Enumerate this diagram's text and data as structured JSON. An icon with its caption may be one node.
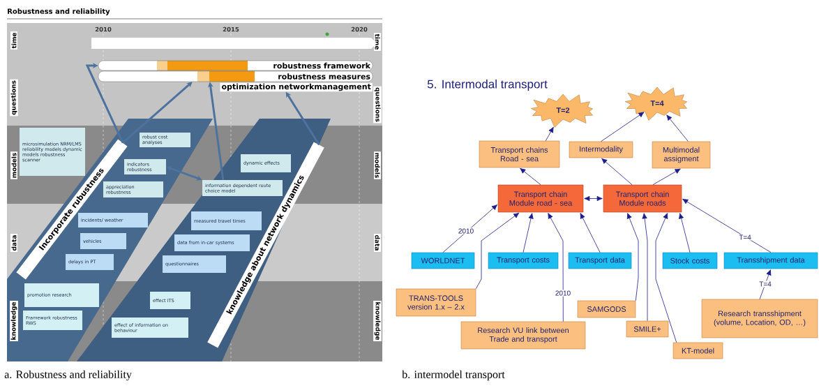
{
  "diagram": {
    "nodes": [
      {
        "text": [
          "robustness framework"
        ]
      },
      {
        "text": [
          "robustness measures"
        ]
      },
      {
        "text": [
          "optimization networkmanagement"
        ]
      },
      {
        "text": [
          "microsimulation NRM/LMS reliability models dynamic models robustness scanner"
        ]
      },
      {
        "text": [
          "robust cost analyses"
        ]
      },
      {
        "text": [
          "dynamic effects"
        ]
      },
      {
        "text": [
          "indicators robustness"
        ]
      },
      {
        "text": [
          "appreciation robustness"
        ]
      },
      {
        "text": [
          "information dependent route choice model"
        ]
      },
      {
        "text": [
          "Incorporate rubustness"
        ]
      },
      {
        "text": [
          "knowledge about network dynamics"
        ]
      },
      {
        "text": [
          "incidents/ weather"
        ]
      },
      {
        "text": [
          "measured travel times"
        ]
      },
      {
        "text": [
          "vehicles"
        ]
      },
      {
        "text": [
          "data from in-car systems"
        ]
      },
      {
        "text": [
          "delays in PT"
        ]
      },
      {
        "text": [
          "questionnaires"
        ]
      },
      {
        "text": [
          "promotion research"
        ]
      },
      {
        "text": [
          "effect ITS"
        ]
      },
      {
        "text": [
          "Framework robustness RWS"
        ]
      },
      {
        "text": [
          "effect of information on behaviour"
        ]
      },
      {
        "text": [
          "T=2"
        ]
      },
      {
        "text": [
          "T=4"
        ]
      },
      {
        "text": [
          "Transport chains Road - sea"
        ]
      },
      {
        "text": [
          "Intermodality"
        ]
      },
      {
        "text": [
          "Multimodal assigment"
        ]
      },
      {
        "text": [
          "Transport chain Module road - sea"
        ]
      },
      {
        "text": [
          "Transport chain Module roads"
        ]
      },
      {
        "text": [
          "WORLDNET"
        ]
      },
      {
        "text": [
          "Transport costs"
        ]
      },
      {
        "text": [
          "Transport data"
        ]
      },
      {
        "text": [
          "Stock costs"
        ]
      },
      {
        "text": [
          "Transshipment data"
        ]
      },
      {
        "text": [
          "TRANS-TOOLS version 1.x – 2.x"
        ]
      },
      {
        "text": [
          "SAMGODS"
        ]
      },
      {
        "text": [
          "Research VU link between Trade and transport"
        ]
      },
      {
        "text": [
          "SMILE+"
        ]
      },
      {
        "text": [
          "Research transshipment (volume, Location, OD, …)"
        ]
      },
      {
        "text": [
          "KT-model"
        ]
      },
      {
        "text": [],
        "shape": "arrow"
      }
    ],
    "edges": [
      {
        "from": 9,
        "to": 0,
        "arrow": "to",
        "style": "thick",
        "color": "#4d729d"
      },
      {
        "from": 9,
        "to": 1,
        "arrow": "to",
        "style": "thick",
        "color": "#4d729d"
      },
      {
        "from": 6,
        "to": 8,
        "arrow": "both",
        "style": "thick",
        "color": "#4d729d"
      },
      {
        "from": 8,
        "to": 1,
        "arrow": "to",
        "style": "thick",
        "color": "#4d729d"
      },
      {
        "from": 10,
        "to": 2,
        "arrow": "to",
        "style": "thick",
        "color": "#4d729d"
      },
      {
        "from": 23,
        "to": 21,
        "arrow": "to"
      },
      {
        "from": 24,
        "to": 22,
        "arrow": "to"
      },
      {
        "from": 25,
        "to": 22,
        "arrow": "to"
      },
      {
        "from": 26,
        "to": 23,
        "arrow": "to"
      },
      {
        "from": 27,
        "to": 24,
        "arrow": "to"
      },
      {
        "from": 27,
        "to": 25,
        "arrow": "to"
      },
      {
        "from": 26,
        "to": 27,
        "arrow": "both"
      },
      {
        "from": 28,
        "to": 26,
        "arrow": "to",
        "label": "2010"
      },
      {
        "from": 33,
        "to": 26,
        "arrow": "to"
      },
      {
        "from": 35,
        "to": 26,
        "arrow": "to",
        "label": "2010"
      },
      {
        "from": 29,
        "to": 26,
        "arrow": "to"
      },
      {
        "from": 30,
        "to": 26,
        "arrow": "to"
      },
      {
        "from": 34,
        "to": 27,
        "arrow": "to"
      },
      {
        "from": 36,
        "to": 27,
        "arrow": "to"
      },
      {
        "from": 38,
        "to": 27,
        "arrow": "to"
      },
      {
        "from": 31,
        "to": 27,
        "arrow": "to"
      },
      {
        "from": 32,
        "to": 27,
        "arrow": "to",
        "label": "T=4"
      },
      {
        "from": 37,
        "to": 32,
        "arrow": "to",
        "label": "T=4"
      }
    ],
    "labels": [
      "Robustness and reliability",
      "time",
      "2010",
      "2015",
      "2020",
      "time",
      "questions",
      "questions",
      "models",
      "models",
      "data",
      "data",
      "knowledge",
      "knowledge",
      "5. Intermodal transport",
      "a. Robustness and reliability",
      "b. intermodel transport"
    ]
  }
}
